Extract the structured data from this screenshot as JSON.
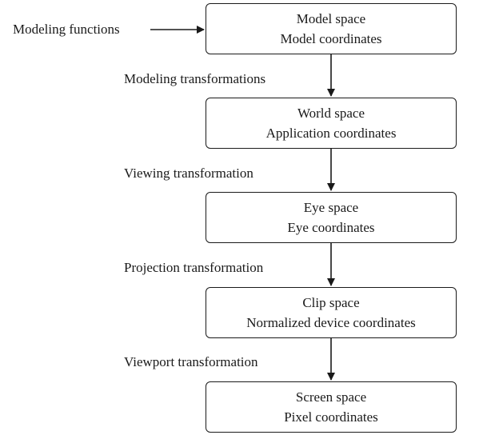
{
  "input_label": "Modeling functions",
  "stages": [
    {
      "title": "Model space",
      "subtitle": "Model coordinates"
    },
    {
      "title": "World space",
      "subtitle": "Application coordinates"
    },
    {
      "title": "Eye space",
      "subtitle": "Eye coordinates"
    },
    {
      "title": "Clip space",
      "subtitle": "Normalized device coordinates"
    },
    {
      "title": "Screen space",
      "subtitle": "Pixel coordinates"
    }
  ],
  "transformations": [
    "Modeling transformations",
    "Viewing transformation",
    "Projection transformation",
    "Viewport transformation"
  ]
}
